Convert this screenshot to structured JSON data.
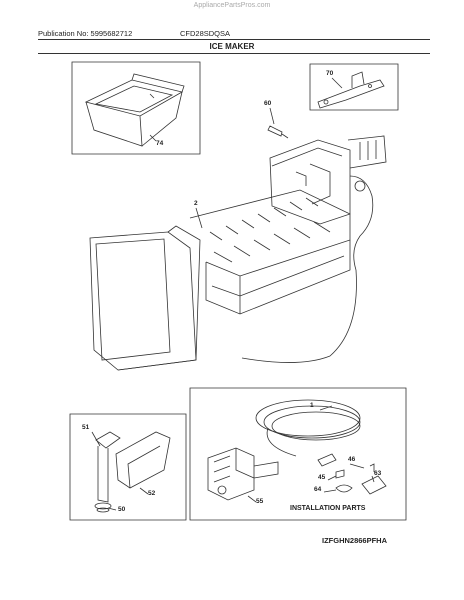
{
  "header": {
    "watermark": "AppliancePartsPros.com",
    "publication": "Publication No: 5995682712",
    "model": "CFD28SDQSA",
    "title": "ICE MAKER"
  },
  "callouts": {
    "p74": "74",
    "p70": "70",
    "p60": "60",
    "p2": "2",
    "p1": "1",
    "p51": "51",
    "p52": "52",
    "p50": "50",
    "p55": "55",
    "p46": "46",
    "p45": "45",
    "p63": "63",
    "p64": "64"
  },
  "installation_label": "INSTALLATION PARTS",
  "footer_code": "IZFGHN2866PFHA"
}
